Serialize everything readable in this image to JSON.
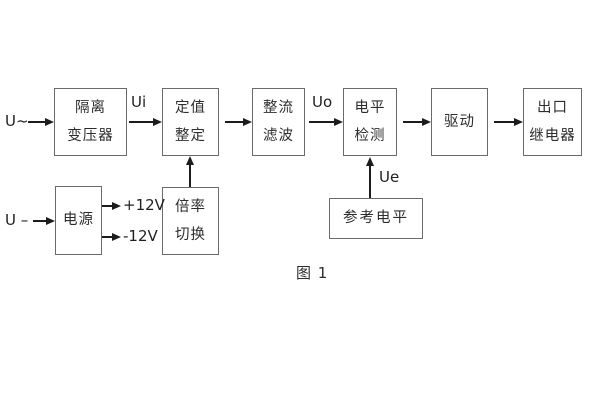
{
  "figure": {
    "caption": "图 1"
  },
  "colors": {
    "background": "#ffffff",
    "box_border": "#6a6a6a",
    "box_fill": "#ffffff",
    "text": "#2d2d2d",
    "line": "#1c1c1c"
  },
  "inputs": {
    "ac_label": "U~",
    "dc_label": "U –"
  },
  "signals": {
    "ui": "Ui",
    "uo": "Uo",
    "ue": "Ue",
    "plus_12v": "+12V",
    "minus_12v": "-12V"
  },
  "blocks": {
    "isolation_transformer": {
      "line1": "隔离",
      "line2": "变压器"
    },
    "setting_adjust": {
      "line1": "定值",
      "line2": "整定"
    },
    "rectify_filter": {
      "line1": "整流",
      "line2": "滤波"
    },
    "level_detect": {
      "line1": "电平",
      "line2": "检测"
    },
    "drive": {
      "line1": "驱动"
    },
    "output_relay": {
      "line1": "出口",
      "line2": "继电器"
    },
    "power": {
      "line1": "电源"
    },
    "ratio_switch": {
      "line1": "倍率",
      "line2": "切换"
    },
    "reference_level": {
      "line1": "参考电平"
    }
  }
}
